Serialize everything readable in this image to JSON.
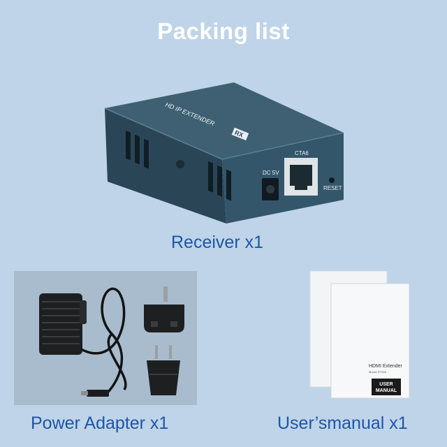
{
  "title": "Packing list",
  "receiver": {
    "caption": "Receiver x1",
    "top_label": "HD IP EXTENDER",
    "badge": "RX",
    "port_label": "CTA6",
    "dc_label": "DC 5V",
    "reset_label": "RESET"
  },
  "power_adapter": {
    "caption": "Power Adapter x1"
  },
  "manual": {
    "caption": "User’smanual x1",
    "product_name": "HDMI Extender",
    "model_line": "Model: ET006",
    "badge_line1": "USER",
    "badge_line2": "MANUAL"
  },
  "colors": {
    "background": "#bfd4e8",
    "caption": "#1d56a8",
    "device_body": "#2d4a5a"
  }
}
